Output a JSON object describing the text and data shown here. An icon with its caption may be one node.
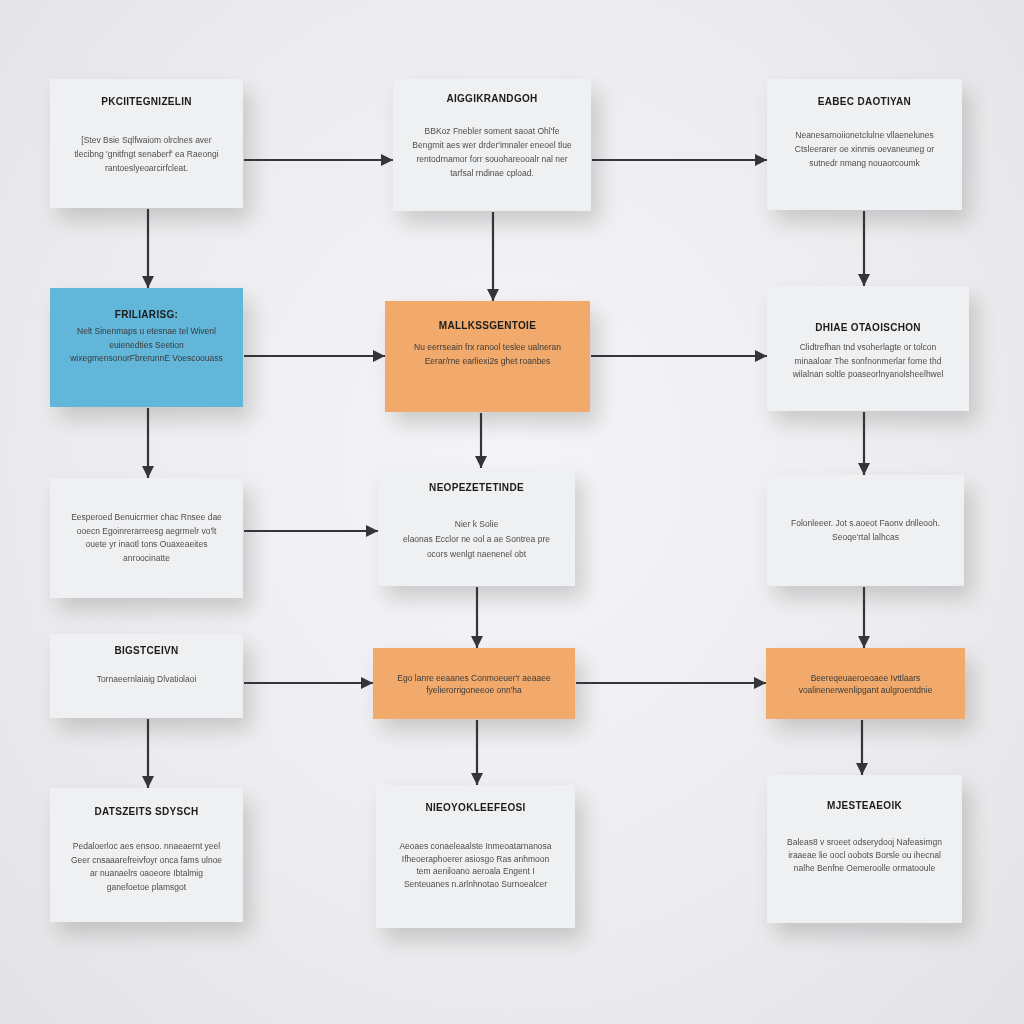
{
  "diagram": {
    "nodes": [
      {
        "text": [
          "PKCIITEGNIZELIN",
          "[Stev Bsie Sqlfwaiom olrclnes aver tlecibng 'gnitfngt senaberf' ea Raeongi rantoeslyeoarcirfcleat."
        ]
      },
      {
        "text": [
          "AIGGIKRANDGOH",
          "BBKoz Fnebler soment saoat Ohl'fe Bengrnit aes wer drder'imnaler eneoel tlue rentodrnamor forr souohareooalr nal ner tarfsal rndinae cpload."
        ]
      },
      {
        "text": [
          "EABEC DAOTIYAN",
          "Neanesarnoiionetclulne vllaenelunes Ctsleerarer oe xinmis oevaneuneg or sutnedr nmang nouaorcoumk"
        ]
      },
      {
        "text": [
          "FRILIARISG:",
          "Nelt Sinenmaps u etesnae tel Wivenl euienedties Seetion wixegmensonorFbrerunnE Voescoouass"
        ]
      },
      {
        "text": [
          "MALLKSSGENTOIE",
          "Nu eerrseain frx ranool teslee ualneran Eerar/rne earliexi2s ghet roanbes"
        ]
      },
      {
        "text": [
          "DHIAE OTAOISCHON",
          "Clidtrefhan tnd vsoherlagte or tolcon minaaloar The sonfnonmerlar forne thd wilalnan soltle poaseorlnyanolsheelhwel"
        ]
      },
      {
        "text": [
          "Eesperoed Benuicrmer chac Rnsee dae ooecn Egoinrerarreesg aegrmelr vo'lt ouete yr inaotl tons Ouaxeaeites anroocinatte"
        ]
      },
      {
        "text": [
          "NEOPEZETETINDE",
          "Nier k Solie",
          "elaonas Ecclor ne ool a ae Sontrea pre ocors wenlgt naenenel obt"
        ]
      },
      {
        "text": [
          "Folonleeer. Jot s.aoeot Faonv dnlleooh. Seoqe'rtal lalhcas"
        ]
      },
      {
        "text": [
          "BIGSTCEIVN",
          "Tornaeernlaiaig Dlvatiolaoi"
        ]
      },
      {
        "text": [
          "Ego lanre eeaanes Conmoeuer'r aeaaee fyelierorrigoneeoe onn'ha"
        ]
      },
      {
        "text": [
          "Beereqeuaeroeoaee Ivttlaars voalinenerwenlipgant aulgroentdnie"
        ]
      },
      {
        "text": [
          "DATSZEITS SDYSCH",
          "Pedaloerloc aes ensoo. nnaeaernt yeel Geer cnsaaarefreivfoyr onca fams ulnoe ar nuanaelrs oaoeore Ibtalmig ganefoetoe plamsgot"
        ]
      },
      {
        "text": [
          "NIEOYOKLEEFEOSI",
          "Aeoaes conaeleaalste Inmeoatarnanosa Ifheoeraphoerer asiosgo Ras anhmoon tem aeniloano aeroala Engent I Senteuanes n.arlnhnotao Surnoealcer"
        ]
      },
      {
        "text": [
          "MJESTEAEOIK",
          "Baleas8 v sroeet odserydooj Nafeasimgn iraaeae lie oocl oobots Borsle ou ihecnal nalhe Benfne Oemeroolle ormatooule"
        ]
      }
    ],
    "edges": [
      {
        "from": 0,
        "to": 1,
        "arrow": "to"
      },
      {
        "from": 1,
        "to": 2,
        "arrow": "to"
      },
      {
        "from": 0,
        "to": 3,
        "arrow": "to"
      },
      {
        "from": 1,
        "to": 4,
        "arrow": "to"
      },
      {
        "from": 2,
        "to": 5,
        "arrow": "to"
      },
      {
        "from": 3,
        "to": 4,
        "arrow": "to"
      },
      {
        "from": 4,
        "to": 5,
        "arrow": "to"
      },
      {
        "from": 3,
        "to": 6,
        "arrow": "to"
      },
      {
        "from": 4,
        "to": 7,
        "arrow": "to"
      },
      {
        "from": 5,
        "to": 8,
        "arrow": "to"
      },
      {
        "from": 6,
        "to": 7,
        "arrow": "to"
      },
      {
        "from": 7,
        "to": 10,
        "arrow": "to"
      },
      {
        "from": 8,
        "to": 11,
        "arrow": "to"
      },
      {
        "from": 9,
        "to": 10,
        "arrow": "to"
      },
      {
        "from": 10,
        "to": 11,
        "arrow": "to"
      },
      {
        "from": 9,
        "to": 12,
        "arrow": "to"
      },
      {
        "from": 10,
        "to": 13,
        "arrow": "to"
      },
      {
        "from": 11,
        "to": 14,
        "arrow": "to"
      }
    ]
  }
}
